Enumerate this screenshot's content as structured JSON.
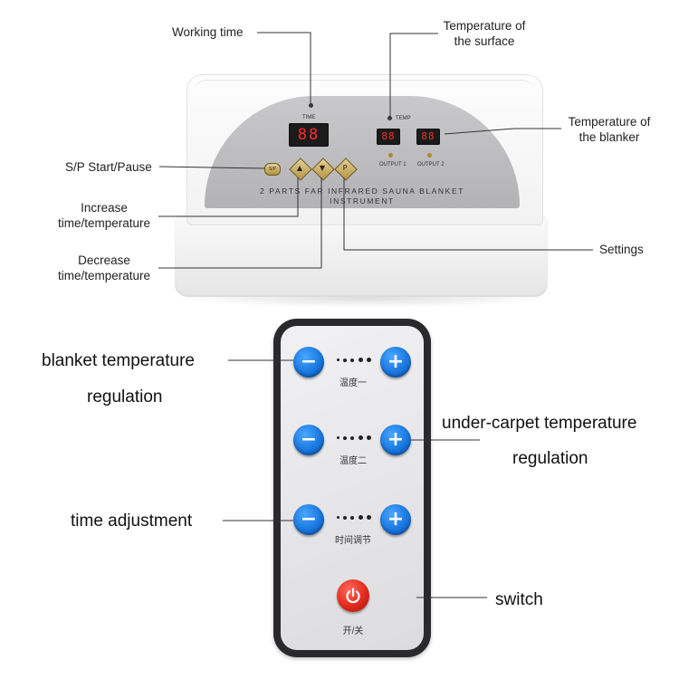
{
  "control_unit": {
    "panel": {
      "time_caption": "TIME",
      "temp_caption": "TEMP",
      "time_display": "88",
      "temp_display_1": "88",
      "temp_display_2": "88",
      "output1_caption": "OUTPUT 1",
      "output2_caption": "OUTPUT 2",
      "title_line1": "2 PARTS FAR INFRARED SAUNA BLANKET",
      "title_line2": "INSTRUMENT",
      "sp_button_text": "S/P"
    },
    "callouts": {
      "working_time": "Working time",
      "surface_temp_line1": "Temperature of",
      "surface_temp_line2": "the surface",
      "blanket_temp_line1": "Temperature of",
      "blanket_temp_line2": "the blanker",
      "start_pause": "S/P Start/Pause",
      "increase_line1": "Increase",
      "increase_line2": "time/temperature",
      "decrease_line1": "Decrease",
      "decrease_line2": "time/temperature",
      "settings": "Settings"
    }
  },
  "remote": {
    "captions": {
      "row1": "温度一",
      "row2": "温度二",
      "row3": "时间调节",
      "power": "开/关"
    },
    "button_symbols": {
      "minus": "−",
      "plus": "+"
    },
    "callouts": {
      "blanket_line1": "blanket temperature",
      "blanket_line2": "regulation",
      "under_carpet_line1": "under-carpet temperature",
      "under_carpet_line2": "regulation",
      "time_adjustment": "time adjustment",
      "switch": "switch"
    }
  },
  "colors": {
    "button_blue": "#1a78e0",
    "power_red": "#e02a1d",
    "panel_gray": "#bdbdc0",
    "led_red": "#ff2a2a",
    "remote_body": "#2a2a2c"
  }
}
